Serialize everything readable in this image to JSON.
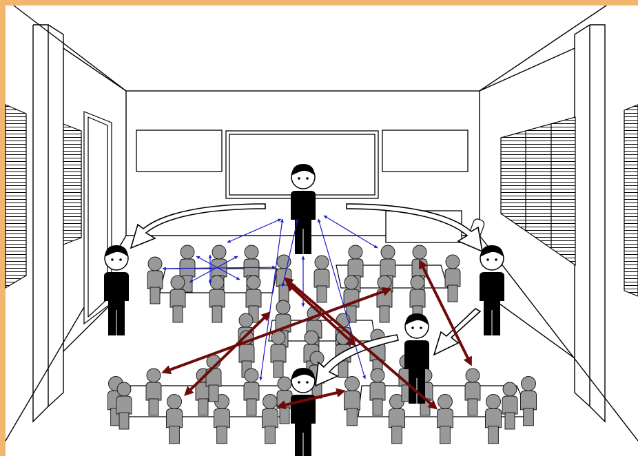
{
  "colors": {
    "frame": "#f2b66d",
    "wall": "#ffffff",
    "line": "#000000",
    "student": "#999999",
    "teacher": "#000000",
    "interaction_blue": "#1a1acc",
    "interaction_red": "#6e0a0a"
  },
  "figures": {
    "teachers": [
      "teacher-front",
      "teacher-left",
      "teacher-right",
      "teacher-middle",
      "teacher-bottom"
    ],
    "student_count": 46
  },
  "arrows": {
    "movement": [
      "teacher-to-left",
      "teacher-to-right",
      "right-to-middle",
      "middle-to-bottom"
    ],
    "blue_count": 10,
    "red_count": 6
  }
}
